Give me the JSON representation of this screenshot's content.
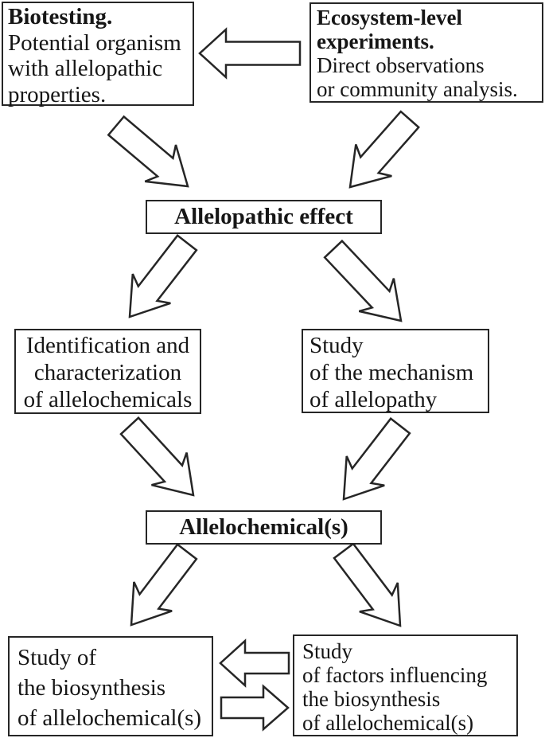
{
  "palette": {
    "background": "#ffffff",
    "line": "#262626",
    "text": "#161616",
    "box_fill": "#ffffff"
  },
  "boxes": {
    "biotesting": {
      "title_lines": [
        "Biotesting."
      ],
      "body_lines": [
        "Potential organism",
        "with allelopathic",
        "properties."
      ]
    },
    "ecosystem": {
      "title_lines": [
        "Ecosystem-level",
        "experiments."
      ],
      "body_lines": [
        "Direct observations",
        "or community analysis."
      ]
    },
    "allelopathic_effect": {
      "label": "Allelopathic effect"
    },
    "identification": {
      "body_lines": [
        "Identification and",
        "characterization",
        "of allelochemicals"
      ]
    },
    "mechanism": {
      "body_lines": [
        "Study",
        "of the mechanism",
        "of allelopathy"
      ]
    },
    "allelochemicals": {
      "label": "Allelochemical(s)"
    },
    "biosynthesis": {
      "body_lines": [
        "Study of",
        "the biosynthesis",
        "of allelochemical(s)"
      ]
    },
    "factors": {
      "body_lines": [
        "Study",
        "of factors influencing",
        "the biosynthesis",
        "of allelochemical(s)"
      ]
    }
  },
  "connections": [
    {
      "from": "ecosystem",
      "to": "biotesting",
      "style": "block-arrow-left"
    },
    {
      "from": "biotesting",
      "to": "allelopathic_effect",
      "style": "block-arrow-diagonal"
    },
    {
      "from": "ecosystem",
      "to": "allelopathic_effect",
      "style": "block-arrow-diagonal"
    },
    {
      "from": "allelopathic_effect",
      "to": "identification",
      "style": "block-arrow-diagonal"
    },
    {
      "from": "allelopathic_effect",
      "to": "mechanism",
      "style": "block-arrow-diagonal"
    },
    {
      "from": "identification",
      "to": "allelochemicals",
      "style": "block-arrow-diagonal"
    },
    {
      "from": "mechanism",
      "to": "allelochemicals",
      "style": "block-arrow-diagonal"
    },
    {
      "from": "allelochemicals",
      "to": "biosynthesis",
      "style": "block-arrow-diagonal"
    },
    {
      "from": "allelochemicals",
      "to": "factors",
      "style": "block-arrow-diagonal"
    },
    {
      "from": "factors",
      "to": "biosynthesis",
      "style": "block-arrow-left"
    },
    {
      "from": "biosynthesis",
      "to": "factors",
      "style": "block-arrow-right"
    }
  ]
}
